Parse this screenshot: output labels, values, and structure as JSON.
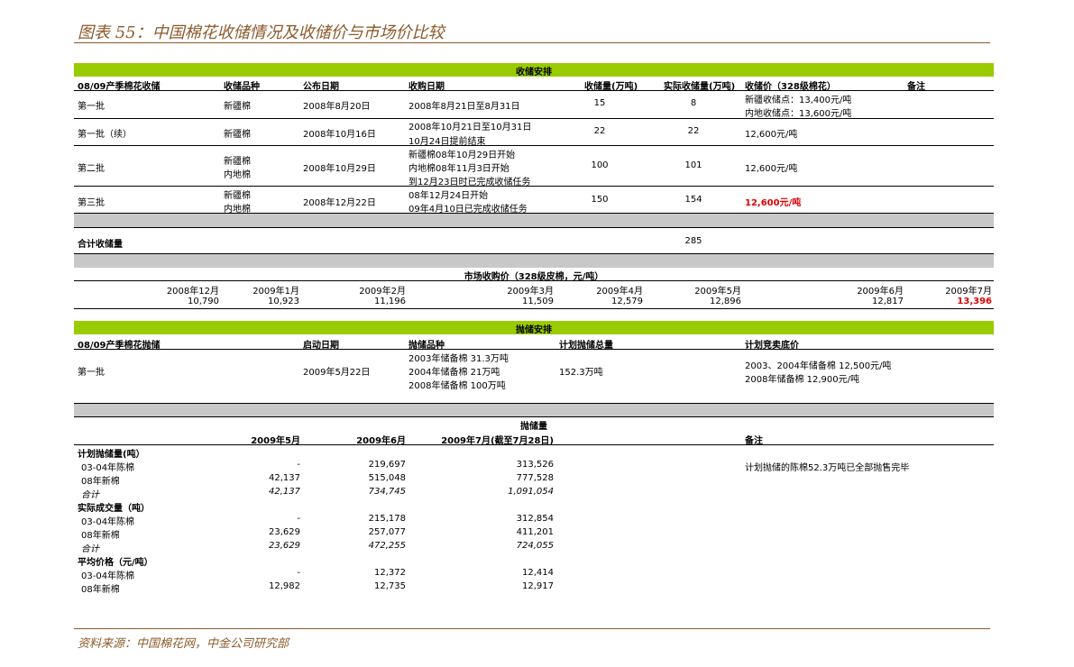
{
  "title": "图表 55：中国棉花收储情况及收储价与市场价比较",
  "source": "资料来源：中国棉花网，中金公司研究部",
  "storage": {
    "section": "收储安排",
    "headers": [
      "08/09产季棉花收储",
      "收储品种",
      "公布日期",
      "收购日期",
      "收储量(万吨)",
      "实际收储量(万吨)",
      "收储价（328级棉花）",
      "备注"
    ],
    "rows": [
      {
        "batch": "第一批",
        "variety": [
          "新疆棉"
        ],
        "announce": "2008年8月20日",
        "purchase": [
          "2008年8月21日至8月31日"
        ],
        "planned": "15",
        "actual": "8",
        "price": [
          "新疆收储点：13,400元/吨",
          "内地收储点：13,600元/吨"
        ]
      },
      {
        "batch": "第一批（续）",
        "variety": [
          "新疆棉"
        ],
        "announce": "2008年10月16日",
        "purchase": [
          "2008年10月21日至10月31日",
          "10月24日提前结束"
        ],
        "planned": "22",
        "actual": "22",
        "price": [
          "12,600元/吨"
        ]
      },
      {
        "batch": "第二批",
        "variety": [
          "新疆棉",
          "内地棉"
        ],
        "announce": "2008年10月29日",
        "purchase": [
          "新疆棉08年10月29日开始",
          "内地棉08年11月3日开始",
          "到12月23日时已完成收储任务"
        ],
        "planned": "100",
        "actual": "101",
        "price": [
          "12,600元/吨"
        ]
      },
      {
        "batch": "第三批",
        "variety": [
          "新疆棉",
          "内地棉"
        ],
        "announce": "2008年12月22日",
        "purchase": [
          "08年12月24日开始",
          "09年4月10日已完成收储任务"
        ],
        "planned": "150",
        "actual": "154",
        "price": [
          "12,600元/吨"
        ]
      }
    ],
    "total_label": "合计收储量",
    "total_value": "285"
  },
  "market": {
    "title": "市场收购价（328级皮棉，元/吨）",
    "months": [
      "2008年12月",
      "2009年1月",
      "2009年2月",
      "2009年3月",
      "2009年4月",
      "2009年5月",
      "2009年6月",
      "2009年7月"
    ],
    "prices": [
      "10,790",
      "10,923",
      "11,196",
      "11,509",
      "12,579",
      "12,896",
      "12,817",
      "13,396"
    ]
  },
  "release": {
    "section": "抛储安排",
    "headers": [
      "08/09产季棉花抛储",
      "启动日期",
      "抛储品种",
      "计划抛储总量",
      "计划竞卖底价"
    ],
    "row": {
      "batch": "第一批",
      "date": "2009年5月22日",
      "variety": [
        "2003年储备棉 31.3万吨",
        "2004年储备棉 21万吨",
        "2008年储备棉 100万吨"
      ],
      "total": "152.3万吨",
      "price": [
        "2003、2004年储备棉 12,500元/吨",
        "2008年储备棉 12,900元/吨"
      ]
    }
  },
  "volume": {
    "section": "抛储量",
    "col_headers": [
      "2009年5月",
      "2009年6月",
      "2009年7月(截至7月28日)"
    ],
    "note_header": "备注",
    "note": "计划抛储的陈棉52.3万吨已全部抛售完毕",
    "groups": [
      {
        "label": "计划抛储量(吨）",
        "rows": [
          {
            "name": "03-04年陈棉",
            "vals": [
              "-",
              "219,697",
              "313,526"
            ]
          },
          {
            "name": "08年新棉",
            "vals": [
              "42,137",
              "515,048",
              "777,528"
            ]
          },
          {
            "name": "合计",
            "vals": [
              "42,137",
              "734,745",
              "1,091,054"
            ]
          }
        ]
      },
      {
        "label": "实际成交量（吨）",
        "rows": [
          {
            "name": "03-04年陈棉",
            "vals": [
              "-",
              "215,178",
              "312,854"
            ]
          },
          {
            "name": "08年新棉",
            "vals": [
              "23,629",
              "257,077",
              "411,201"
            ]
          },
          {
            "name": "合计",
            "vals": [
              "23,629",
              "472,255",
              "724,055"
            ]
          }
        ]
      },
      {
        "label": "平均价格（元/吨）",
        "rows": [
          {
            "name": "03-04年陈棉",
            "vals": [
              "-",
              "12,372",
              "12,414"
            ]
          },
          {
            "name": "08年新棉",
            "vals": [
              "12,982",
              "12,735",
              "12,917"
            ]
          }
        ]
      }
    ]
  },
  "colors": {
    "accent_green": "#99cc00",
    "band_gray": "#c8c8c8",
    "title_brown": "#8b5a2b",
    "highlight_red": "#e00000"
  }
}
